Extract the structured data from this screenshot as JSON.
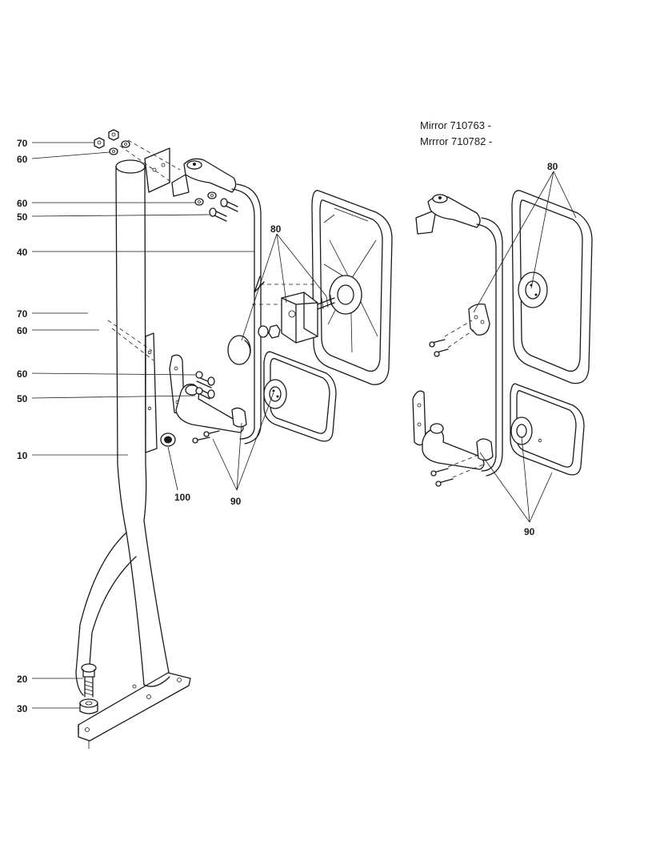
{
  "header_notes": [
    "Mirror 710763 -",
    "Mrrror 710782 -"
  ],
  "callouts": {
    "c70a": "70",
    "c60a": "60",
    "c60b": "60",
    "c50a": "50",
    "c40": "40",
    "c70b": "70",
    "c60c": "60",
    "c60d": "60",
    "c50b": "50",
    "c10": "10",
    "c100": "100",
    "c90a": "90",
    "c80a": "80",
    "c20": "20",
    "c30": "30",
    "c80b": "80",
    "c90b": "90"
  },
  "icons": [
    "mirror-post",
    "mirror-head",
    "mounting-bolt",
    "washer",
    "nut",
    "rubber-grommet"
  ]
}
